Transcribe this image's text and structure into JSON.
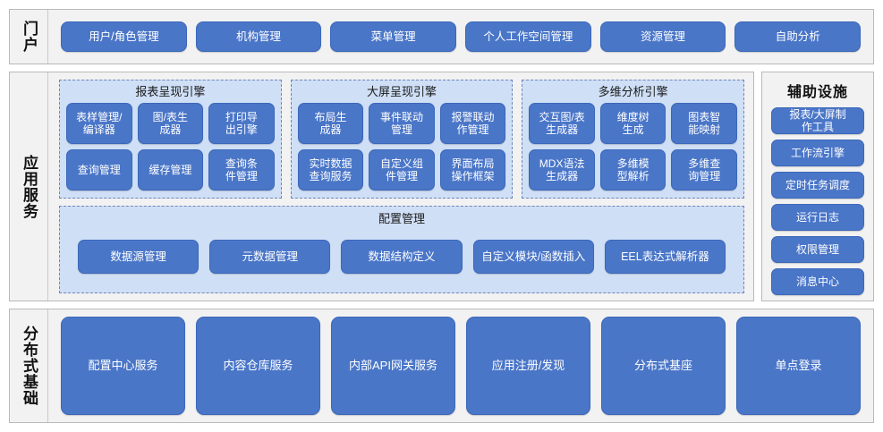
{
  "layers": {
    "portal": {
      "label": "门户",
      "items": [
        {
          "label": "用户/角色管理"
        },
        {
          "label": "机构管理"
        },
        {
          "label": "菜单管理"
        },
        {
          "label": "个人工作空间管理"
        },
        {
          "label": "资源管理"
        },
        {
          "label": "自助分析"
        }
      ]
    },
    "app_services": {
      "label": "应用服务",
      "engines": [
        {
          "title": "报表呈现引擎",
          "items": [
            {
              "label": "表样管理/\n编译器"
            },
            {
              "label": "图/表生\n成器"
            },
            {
              "label": "打印导\n出引擎"
            },
            {
              "label": "查询管理"
            },
            {
              "label": "缓存管理"
            },
            {
              "label": "查询条\n件管理"
            }
          ]
        },
        {
          "title": "大屏呈现引擎",
          "items": [
            {
              "label": "布局生\n成器"
            },
            {
              "label": "事件联动\n管理"
            },
            {
              "label": "报警联动\n作管理"
            },
            {
              "label": "实时数据\n查询服务"
            },
            {
              "label": "自定义组\n件管理"
            },
            {
              "label": "界面布局\n操作框架"
            }
          ]
        },
        {
          "title": "多维分析引擎",
          "items": [
            {
              "label": "交互图/表\n生成器"
            },
            {
              "label": "维度树\n生成"
            },
            {
              "label": "图表智\n能映射"
            },
            {
              "label": "MDX语法\n生成器"
            },
            {
              "label": "多维模\n型解析"
            },
            {
              "label": "多维查\n询管理"
            }
          ]
        }
      ],
      "config": {
        "title": "配置管理",
        "items": [
          {
            "label": "数据源管理"
          },
          {
            "label": "元数据管理"
          },
          {
            "label": "数据结构定义"
          },
          {
            "label": "自定义模块/函数插入"
          },
          {
            "label": "EEL表达式解析器"
          }
        ]
      }
    },
    "aux": {
      "label": "辅助设施",
      "items": [
        {
          "label": "报表/大屏制\n作工具"
        },
        {
          "label": "工作流引擎"
        },
        {
          "label": "定时任务调度"
        },
        {
          "label": "运行日志"
        },
        {
          "label": "权限管理"
        },
        {
          "label": "消息中心"
        }
      ]
    },
    "infrastructure": {
      "label": "分布式基础",
      "items": [
        {
          "label": "配置中心服务"
        },
        {
          "label": "内容仓库服务"
        },
        {
          "label": "内部API网关服务"
        },
        {
          "label": "应用注册/发现"
        },
        {
          "label": "分布式基座"
        },
        {
          "label": "单点登录"
        }
      ]
    }
  },
  "colors": {
    "button_blue": "#4a76c8",
    "group_light_blue": "#cfdff6",
    "panel_gray": "#f2f2f2",
    "border_gray": "#b9b9b9",
    "dashed_border_blue": "#6f86b8"
  }
}
